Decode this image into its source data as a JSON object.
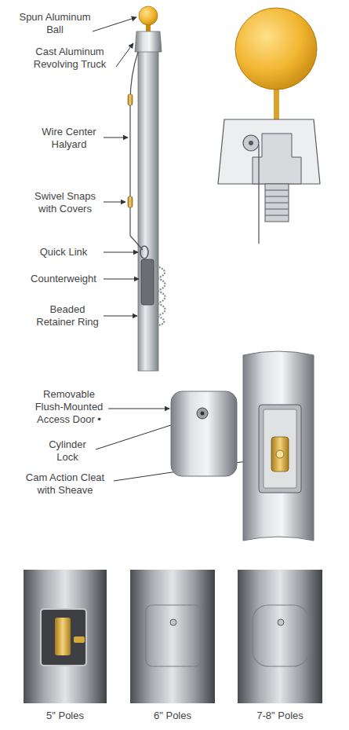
{
  "diagram": {
    "labels": [
      "Spun Aluminum Ball",
      "Cast Aluminum Revolving Truck",
      "Wire Center Halyard",
      "Swivel Snaps with Covers",
      "Quick Link",
      "Counterweight",
      "Beaded Retainer Ring",
      "Removable Flush-Mounted Access Door •",
      "Cylinder Lock",
      "Cam Action Cleat with Sheave",
      "5\" Poles",
      "6\" Poles",
      "7-8\" Poles"
    ]
  }
}
